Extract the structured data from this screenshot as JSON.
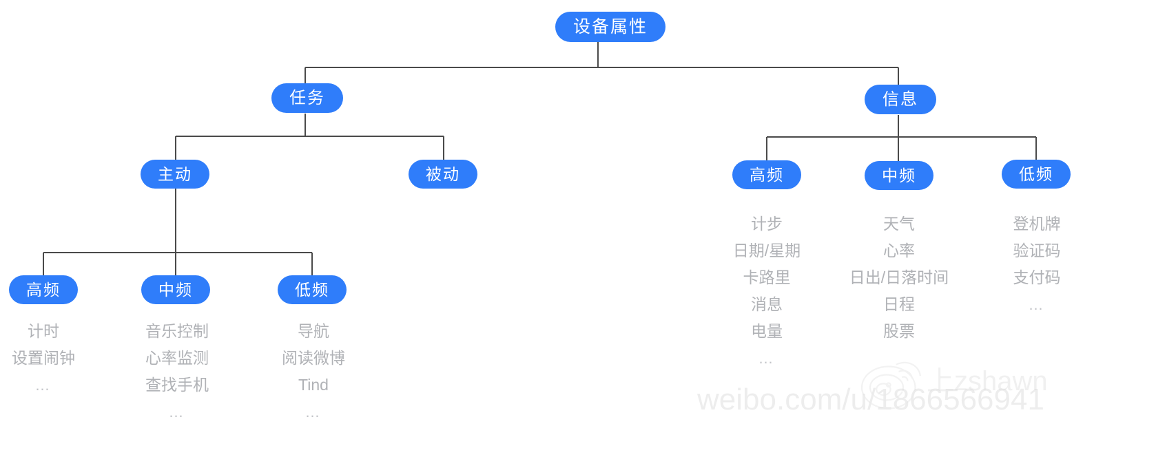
{
  "diagram": {
    "type": "tree",
    "title": "设备属性",
    "accent_color": "#2f7dfa",
    "node_text_color": "#ffffff",
    "leaf_text_color": "#b0b2b6",
    "background_color": "#ffffff",
    "line_color": "#4a4a4a",
    "root": {
      "label": "设备属性"
    },
    "level2": [
      {
        "label": "任务"
      },
      {
        "label": "信息"
      }
    ],
    "task_children": [
      {
        "label": "主动"
      },
      {
        "label": "被动"
      }
    ],
    "active_children": [
      {
        "label": "高频"
      },
      {
        "label": "中频"
      },
      {
        "label": "低频"
      }
    ],
    "info_children": [
      {
        "label": "高频"
      },
      {
        "label": "中频"
      },
      {
        "label": "低频"
      }
    ],
    "leaf_lists": {
      "task_active_high": [
        "计时",
        "设置闹钟",
        "…"
      ],
      "task_active_mid": [
        "音乐控制",
        "心率监测",
        "查找手机",
        "…"
      ],
      "task_active_low": [
        "导航",
        "阅读微博",
        "Tind",
        "…"
      ],
      "info_high": [
        "计步",
        "日期/星期",
        "卡路里",
        "消息",
        "电量",
        "…"
      ],
      "info_mid": [
        "天气",
        "心率",
        "日出/日落时间",
        "日程",
        "股票"
      ],
      "info_low": [
        "登机牌",
        "验证码",
        "支付码",
        "…"
      ]
    }
  },
  "watermark": {
    "logo": "weibo-logo-icon",
    "username": "上zshawn",
    "url": "weibo.com/u/1866566941"
  }
}
